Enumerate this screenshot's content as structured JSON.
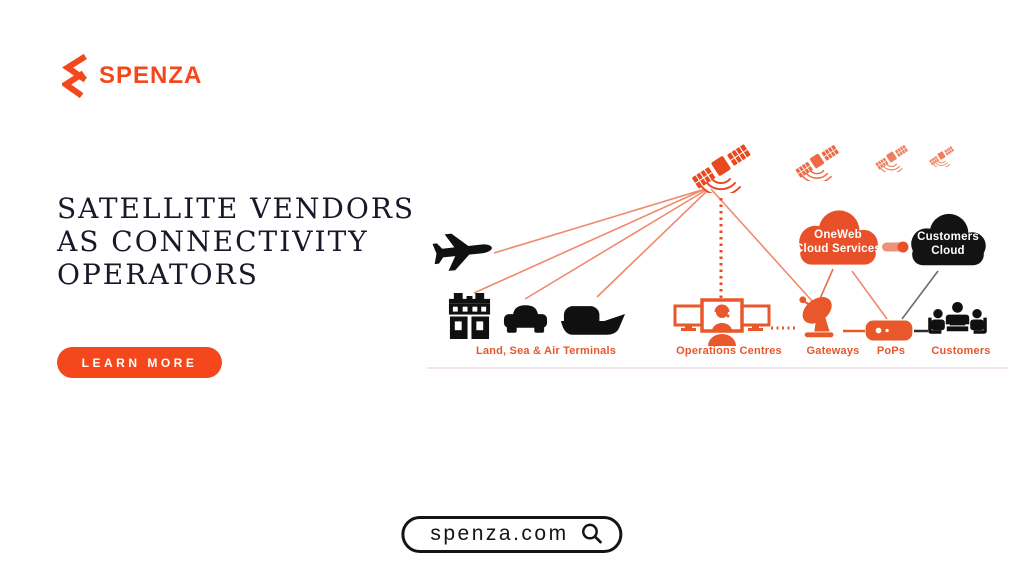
{
  "brand": {
    "name": "SPENZA",
    "color": "#f4481c"
  },
  "headline": {
    "line1": "SATELLITE VENDORS",
    "line2": "AS CONNECTIVITY",
    "line3": "OPERATORS"
  },
  "cta": {
    "label": "LEARN MORE"
  },
  "diagram": {
    "terminals_label": "Land, Sea & Air Terminals",
    "operations_label": "Operations Centres",
    "gateways_label": "Gateways",
    "pops_label": "PoPs",
    "customers_label": "Customers",
    "oneweb_cloud": {
      "line1": "OneWeb",
      "line2": "Cloud Services",
      "color": "#e8502a"
    },
    "customers_cloud": {
      "line1": "Customers",
      "line2": "Cloud",
      "color": "#131313"
    }
  },
  "footer": {
    "url": "spenza.com"
  },
  "icons": {
    "spenza-logo-icon": "orange double-chevron S mark",
    "satellite-icon": "orange satellite with solar panels and downward signal waves",
    "airplane-icon": "black airplane silhouette",
    "terminal-building-icon": "black port terminal building",
    "car-icon": "black car silhouette",
    "ship-icon": "black ship silhouette",
    "operations-centre-icon": "orange monitors with support agent",
    "gateway-dish-icon": "orange satellite dish antenna",
    "pops-router-icon": "orange router box with dots",
    "customers-meeting-icon": "black people seated at table",
    "cloud-connector-icon": "orange pill link between clouds",
    "search-icon": "magnifying glass"
  },
  "colors": {
    "brand_orange": "#f4481c",
    "diagram_orange": "#e8582a",
    "line_salmon": "#f08a6d",
    "ink": "#181828",
    "black": "#141414"
  }
}
